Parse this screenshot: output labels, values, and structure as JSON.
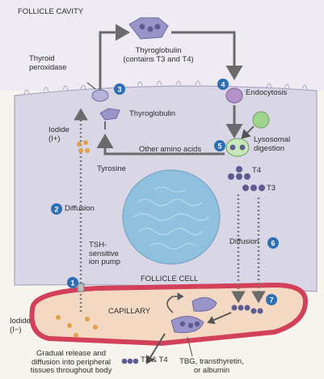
{
  "labels": {
    "follicle_cavity": "FOLLICLE CAVITY",
    "thyroid_peroxidase": "Thyroid\nperoxidase",
    "thyroglobulin_top_1": "Thyroglobulin",
    "thyroglobulin_top_2": "(contains T3 and T4)",
    "endocytosis": "Endocytosis",
    "thyroglobulin_mid": "Thyroglobulin",
    "iodide_inside": "Iodide",
    "iodide_inside_symbol": "(I+)",
    "lysosomal_1": "Lysosomal",
    "lysosomal_2": "digestion",
    "other_amino_acids": "Other amino acids",
    "tyrosine": "Tyrosine",
    "t4": "T4",
    "t3": "T3",
    "diffusion_left": "Diffusion",
    "diffusion_right": "Diffusion",
    "tsh_pump_1": "TSH-",
    "tsh_pump_2": "sensitive",
    "tsh_pump_3": "ion pump",
    "follicle_cell": "FOLLICLE CELL",
    "capillary": "CAPILLARY",
    "iodide_blood": "Iodide",
    "iodide_blood_symbol": "(I−)",
    "release_1": "Gradual release and",
    "release_2": "diffusion into peripheral",
    "release_3": "tissues throughout body",
    "t3_t4_out": "T3 & T4",
    "tbg_1": "TBG, transthyretin,",
    "tbg_2": "or albumin"
  },
  "steps": [
    "1",
    "2",
    "3",
    "4",
    "5",
    "6",
    "7"
  ],
  "colors": {
    "cell": "#d9d6e6",
    "cavity": "#eeebf3",
    "capillary_wall": "#d2405a",
    "capillary_blood": "#f3d9c4",
    "nucleus": "#8fc0dd",
    "step_badge": "#2d6fb5",
    "thyroglobulin": "#9a95c8",
    "iodide_dot": "#e2a04a",
    "lysosome": "#9fd48f",
    "arrow": "#6a6a6a"
  }
}
